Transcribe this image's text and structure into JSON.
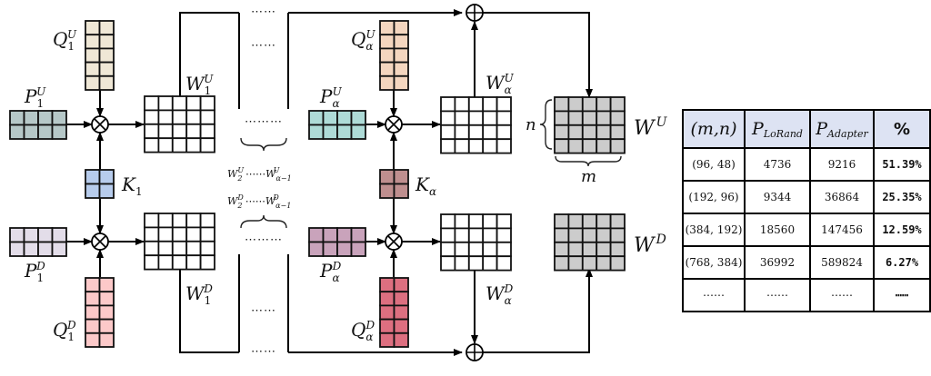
{
  "colors": {
    "P1U": "#b6c8c8",
    "Q1U": "#efe7d6",
    "K1": "#b7ccec",
    "P1D": "#e3dde9",
    "Q1D": "#fcc9c9",
    "PaU": "#aedbd7",
    "QaU": "#f4d6bf",
    "Ka": "#bf8f8f",
    "PaD": "#c9a3bb",
    "QaD": "#dd6f80",
    "W_result": "#cccccc",
    "W_empty": "#ffffff",
    "table_header": "#dde3f3"
  },
  "labels": {
    "P1U": {
      "base": "P",
      "sub": "1",
      "sup": "U"
    },
    "Q1U": {
      "base": "Q",
      "sub": "1",
      "sup": "U"
    },
    "W1U": {
      "base": "W",
      "sub": "1",
      "sup": "U"
    },
    "K1": {
      "base": "K",
      "sub": "1"
    },
    "P1D": {
      "base": "P",
      "sub": "1",
      "sup": "D"
    },
    "Q1D": {
      "base": "Q",
      "sub": "1",
      "sup": "D"
    },
    "W1D": {
      "base": "W",
      "sub": "1",
      "sup": "D"
    },
    "PaU": {
      "base": "P",
      "sub": "α",
      "sup": "U"
    },
    "QaU": {
      "base": "Q",
      "sub": "α",
      "sup": "U"
    },
    "WaU": {
      "base": "W",
      "sub": "α",
      "sup": "U"
    },
    "Ka": {
      "base": "K",
      "sub": "α"
    },
    "PaD": {
      "base": "P",
      "sub": "α",
      "sup": "D"
    },
    "QaD": {
      "base": "Q",
      "sub": "α",
      "sup": "D"
    },
    "WaD": {
      "base": "W",
      "sub": "α",
      "sup": "D"
    },
    "WU": {
      "base": "W",
      "sup": "U"
    },
    "WD": {
      "base": "W",
      "sup": "D"
    },
    "mid_U": {
      "start_base": "W",
      "start_sub": "2",
      "start_sup": "U",
      "ellipsis": "⋯⋯",
      "end_base": "W",
      "end_sub": "α−1",
      "end_sup": "U"
    },
    "mid_D": {
      "start_base": "W",
      "start_sub": "2",
      "start_sup": "D",
      "ellipsis": "⋯⋯",
      "end_base": "W",
      "end_sub": "α−1",
      "end_sup": "D"
    },
    "dim_n": "n",
    "dim_m": "m",
    "dots_short": "⋯⋯",
    "dots_long": "⋯⋯⋯",
    "dots_wire": "⋯⋯"
  },
  "operators": {
    "multiply": "⊗",
    "add": "⊕"
  },
  "table": {
    "headers": [
      {
        "text": "(m,n)"
      },
      {
        "base": "P",
        "sub": "LoRand"
      },
      {
        "base": "P",
        "sub": "Adapter"
      },
      {
        "text": "%"
      }
    ],
    "rows": [
      [
        "(96, 48)",
        "4736",
        "9216",
        "51.39%"
      ],
      [
        "(192, 96)",
        "9344",
        "36864",
        "25.35%"
      ],
      [
        "(384, 192)",
        "18560",
        "147456",
        "12.59%"
      ],
      [
        "(768, 384)",
        "36992",
        "589824",
        "6.27%"
      ],
      [
        "⋯⋯",
        "⋯⋯",
        "⋯⋯",
        "⋯⋯"
      ]
    ]
  }
}
